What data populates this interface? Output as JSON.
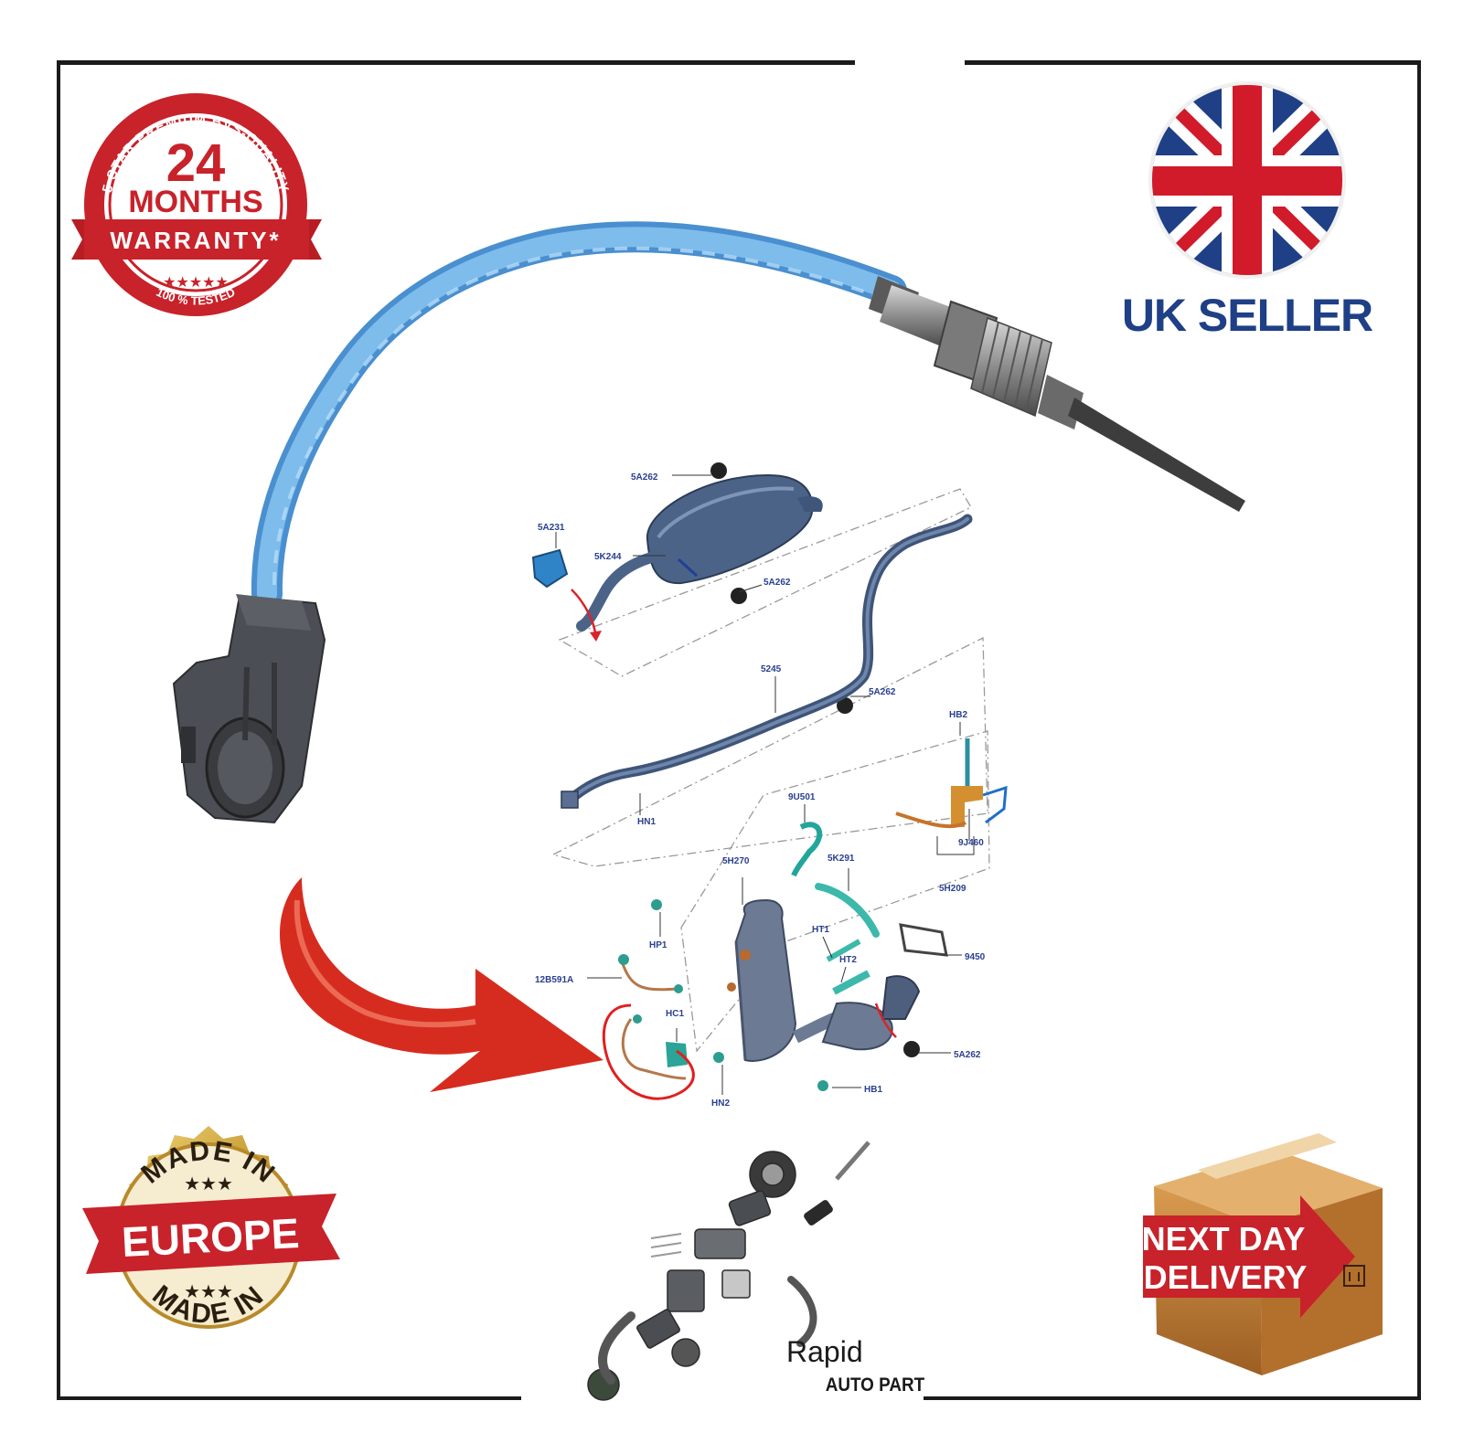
{
  "badges": {
    "warranty": {
      "arc_text": "5 STAR PREMIUM BVS-QUALITY",
      "number": "24",
      "months": "MONTHS",
      "ribbon": "WARRANTY*",
      "stars": "★★★★★",
      "bottom": "100 % TESTED"
    },
    "uk_seller": {
      "label": "UK SELLER"
    },
    "made_in": {
      "top": "MADE IN",
      "stars": "★★★",
      "ribbon": "EUROPE",
      "bottom": "MADE IN"
    },
    "delivery": {
      "line1": "NEXT DAY",
      "line2": "DELIVERY"
    }
  },
  "brand": {
    "name": "Rapid",
    "sub": "AUTO PART"
  },
  "diagram": {
    "labels": {
      "l_5a262_top": "5A262",
      "l_5a231": "5A231",
      "l_5k244": "5K244",
      "l_5a262_mid": "5A262",
      "l_5245": "5245",
      "l_5a262_pipe": "5A262",
      "l_hb2": "HB2",
      "l_hn1": "HN1",
      "l_9u501": "9U501",
      "l_9j460": "9J460",
      "l_5h270": "5H270",
      "l_5k291": "5K291",
      "l_5h209": "5H209",
      "l_hp1": "HP1",
      "l_ht1": "HT1",
      "l_ht2": "HT2",
      "l_9450": "9450",
      "l_12b591a": "12B591A",
      "l_hc1": "HC1",
      "l_5a262_bot": "5A262",
      "l_hb1": "HB1",
      "l_hn2": "HN2"
    }
  },
  "colors": {
    "badge_red": "#c8222a",
    "uk_blue": "#1f3f86",
    "uk_red": "#d11a2a",
    "gold": "#c9a13b",
    "cable_blue": "#6aaee6",
    "connector_gray": "#4a4d52",
    "part_label_blue": "#2a3f8f",
    "arrow_red": "#d62c1f"
  }
}
